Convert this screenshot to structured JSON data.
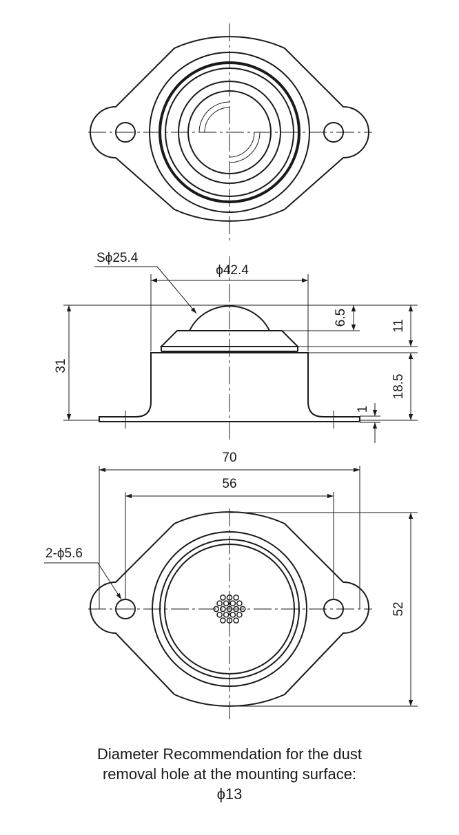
{
  "dimensions": {
    "ball_sphere": "Sϕ25.4",
    "body_diameter": "ϕ42.4",
    "ball_protrusion": "6.5",
    "top_height": "11",
    "total_height": "31",
    "body_height": "18.5",
    "flange_thickness": "1",
    "flange_width": "70",
    "hole_pitch": "56",
    "mounting_holes": "2-ϕ5.6",
    "flange_depth": "52"
  },
  "caption": {
    "line1": "Diameter Recommendation for the dust",
    "line2": "removal hole at the mounting surface:",
    "line3": "ϕ13"
  }
}
